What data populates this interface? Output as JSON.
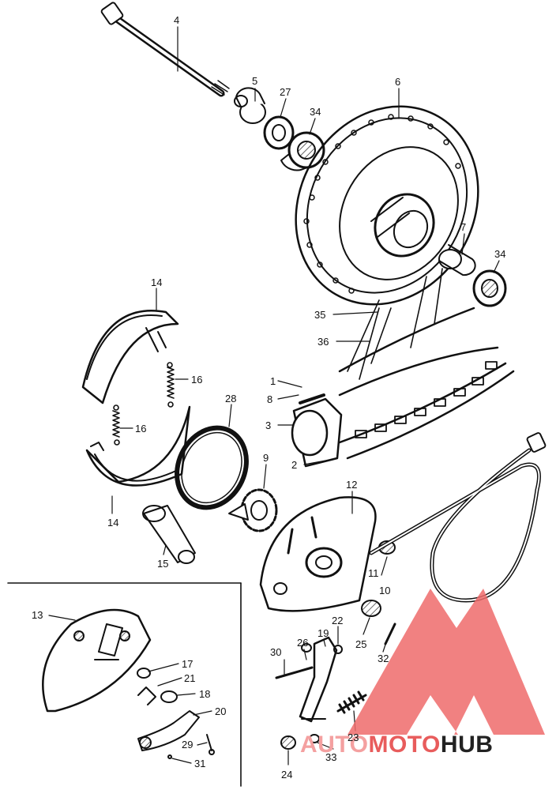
{
  "diagram": {
    "callouts": [
      {
        "id": "4",
        "text": "4"
      },
      {
        "id": "5",
        "text": "5"
      },
      {
        "id": "27",
        "text": "27"
      },
      {
        "id": "34a",
        "text": "34"
      },
      {
        "id": "6",
        "text": "6"
      },
      {
        "id": "7",
        "text": "7"
      },
      {
        "id": "34b",
        "text": "34"
      },
      {
        "id": "35",
        "text": "35"
      },
      {
        "id": "36",
        "text": "36"
      },
      {
        "id": "14a",
        "text": "14"
      },
      {
        "id": "16a",
        "text": "16"
      },
      {
        "id": "16b",
        "text": "16"
      },
      {
        "id": "1",
        "text": "1"
      },
      {
        "id": "8",
        "text": "8"
      },
      {
        "id": "3",
        "text": "3"
      },
      {
        "id": "2",
        "text": "2"
      },
      {
        "id": "28",
        "text": "28"
      },
      {
        "id": "9",
        "text": "9"
      },
      {
        "id": "14b",
        "text": "14"
      },
      {
        "id": "12",
        "text": "12"
      },
      {
        "id": "15",
        "text": "15"
      },
      {
        "id": "11",
        "text": "11"
      },
      {
        "id": "10",
        "text": "10"
      },
      {
        "id": "13",
        "text": "13"
      },
      {
        "id": "17",
        "text": "17"
      },
      {
        "id": "21",
        "text": "21"
      },
      {
        "id": "18",
        "text": "18"
      },
      {
        "id": "20",
        "text": "20"
      },
      {
        "id": "29",
        "text": "29"
      },
      {
        "id": "31",
        "text": "31"
      },
      {
        "id": "30",
        "text": "30"
      },
      {
        "id": "26",
        "text": "26"
      },
      {
        "id": "19",
        "text": "19"
      },
      {
        "id": "22",
        "text": "22"
      },
      {
        "id": "25",
        "text": "25"
      },
      {
        "id": "32",
        "text": "32"
      },
      {
        "id": "23",
        "text": "23"
      },
      {
        "id": "24",
        "text": "24"
      },
      {
        "id": "33",
        "text": "33"
      }
    ]
  },
  "watermark": {
    "part1": "AUTO",
    "part2": "MOTO",
    "part3": "HUB",
    "color_part1": "#f4a0a0",
    "color_part2": "#e85c5c",
    "color_part3": "#222222",
    "logo_color": "#ee6b6b"
  }
}
